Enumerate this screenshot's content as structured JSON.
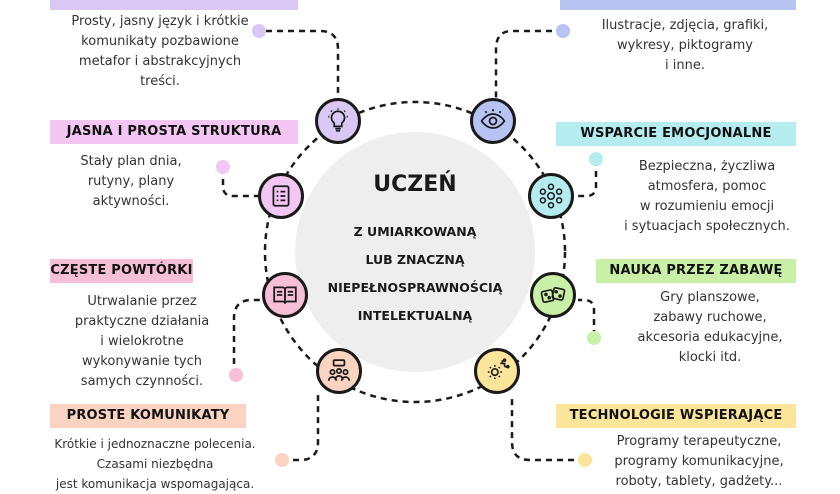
{
  "center": {
    "title": "UCZEŃ",
    "line1": "Z UMIARKOWANĄ",
    "line2": "LUB ZNACZNĄ",
    "line3": "NIEPEŁNOSPRAWNOŚCIĄ",
    "line4": "INTELEKTUALNĄ"
  },
  "left": [
    {
      "label": "",
      "desc": "Prosty, jasny język i krótkie\nkomunikaty pozbawione\nmetafor i abstrakcyjnych\ntreści.",
      "color": "#d9c8f5",
      "icon": "lightbulb-icon"
    },
    {
      "label": "JASNA I PROSTA STRUKTURA",
      "desc": "Stały plan dnia,\nrutyny, plany\naktywności.",
      "color": "#f3c6f3",
      "icon": "checklist-icon"
    },
    {
      "label": "CZĘSTE POWTÓRKI",
      "desc": "Utrwalanie  przez\npraktyczne działania\ni wielokrotne\nwykonywanie tych\nsamych czynności.",
      "color": "#f7bfd6",
      "icon": "book-icon"
    },
    {
      "label": "PROSTE KOMUNIKATY",
      "desc": "Krótkie i jednoznaczne polecenia.\nCzasami niezbędna\njest komunikacja wspomagająca.",
      "color": "#fbd3c1",
      "icon": "people-icon"
    }
  ],
  "right": [
    {
      "label": "",
      "desc": "Ilustracje, zdjęcia, grafiki,\nwykresy, piktogramy\ni inne.",
      "color": "#b7c4f3",
      "icon": "eye-icon"
    },
    {
      "label": "WSPARCIE EMOCJONALNE",
      "desc": "Bezpieczna, życzliwa\natmosfera, pomoc\nw rozumieniu emocji\ni sytuacjach społecznych.",
      "color": "#b5ecf0",
      "icon": "emotions-icon"
    },
    {
      "label": "NAUKA PRZEZ ZABAWĘ",
      "desc": "Gry planszowe,\nzabawy ruchowe,\nakcesoria edukacyjne,\nklocki itd.",
      "color": "#c9f0a6",
      "icon": "dice-icon"
    },
    {
      "label": "TECHNOLOGIE WSPIERAJĄCE",
      "desc": "Programy terapeutyczne,\nprogramy komunikacyjne,\nroboty, tablety, gadżety...",
      "color": "#fbe59a",
      "icon": "gear-circuit-icon"
    }
  ]
}
